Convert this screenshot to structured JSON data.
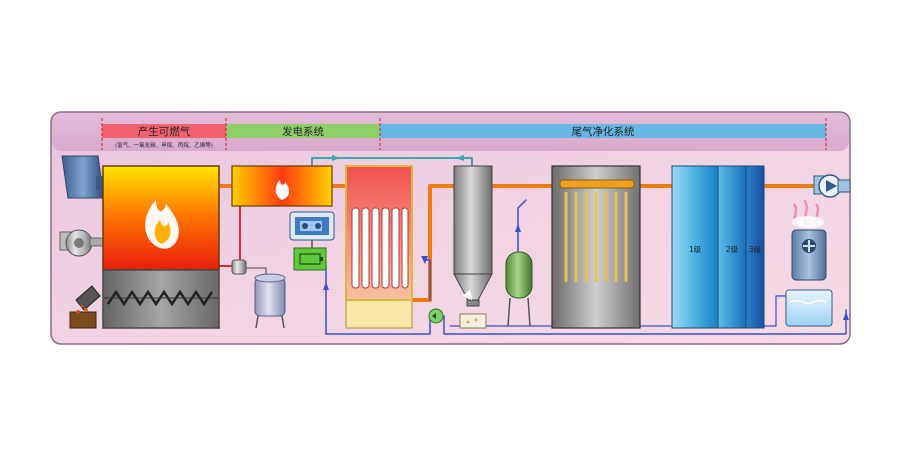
{
  "sections": {
    "gas": "产生可燃气",
    "gas_sub": "(氢气、一氧化碳、甲烷、丙烷、乙烯等)",
    "power": "发电系统",
    "exhaust": "尾气净化系统"
  },
  "stages": {
    "s1": "1级",
    "s2": "2级",
    "s3": "3级"
  },
  "colors": {
    "gas_band": "#f2616d",
    "power_band": "#8fcf67",
    "exhaust_band": "#66b8e6",
    "pipe_orange": "#f07a12",
    "pipe_blue": "#3a4fd0",
    "pipe_teal": "#3aa6b0"
  }
}
